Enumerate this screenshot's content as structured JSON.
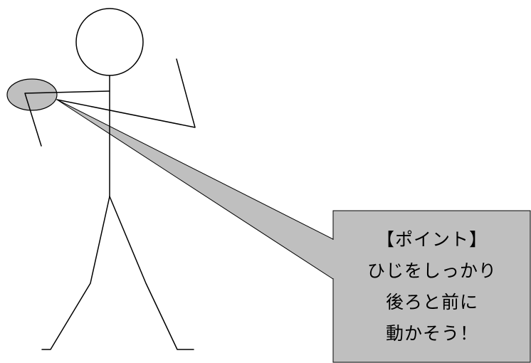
{
  "callout": {
    "lines": [
      "【ポイント】",
      "ひじをしっかり",
      "後ろと前に",
      "動かそう！"
    ]
  },
  "colors": {
    "callout_fill": "#bfbfbf",
    "highlight_fill": "#bfbfbf",
    "stroke": "#000000",
    "background": "#ffffff"
  }
}
